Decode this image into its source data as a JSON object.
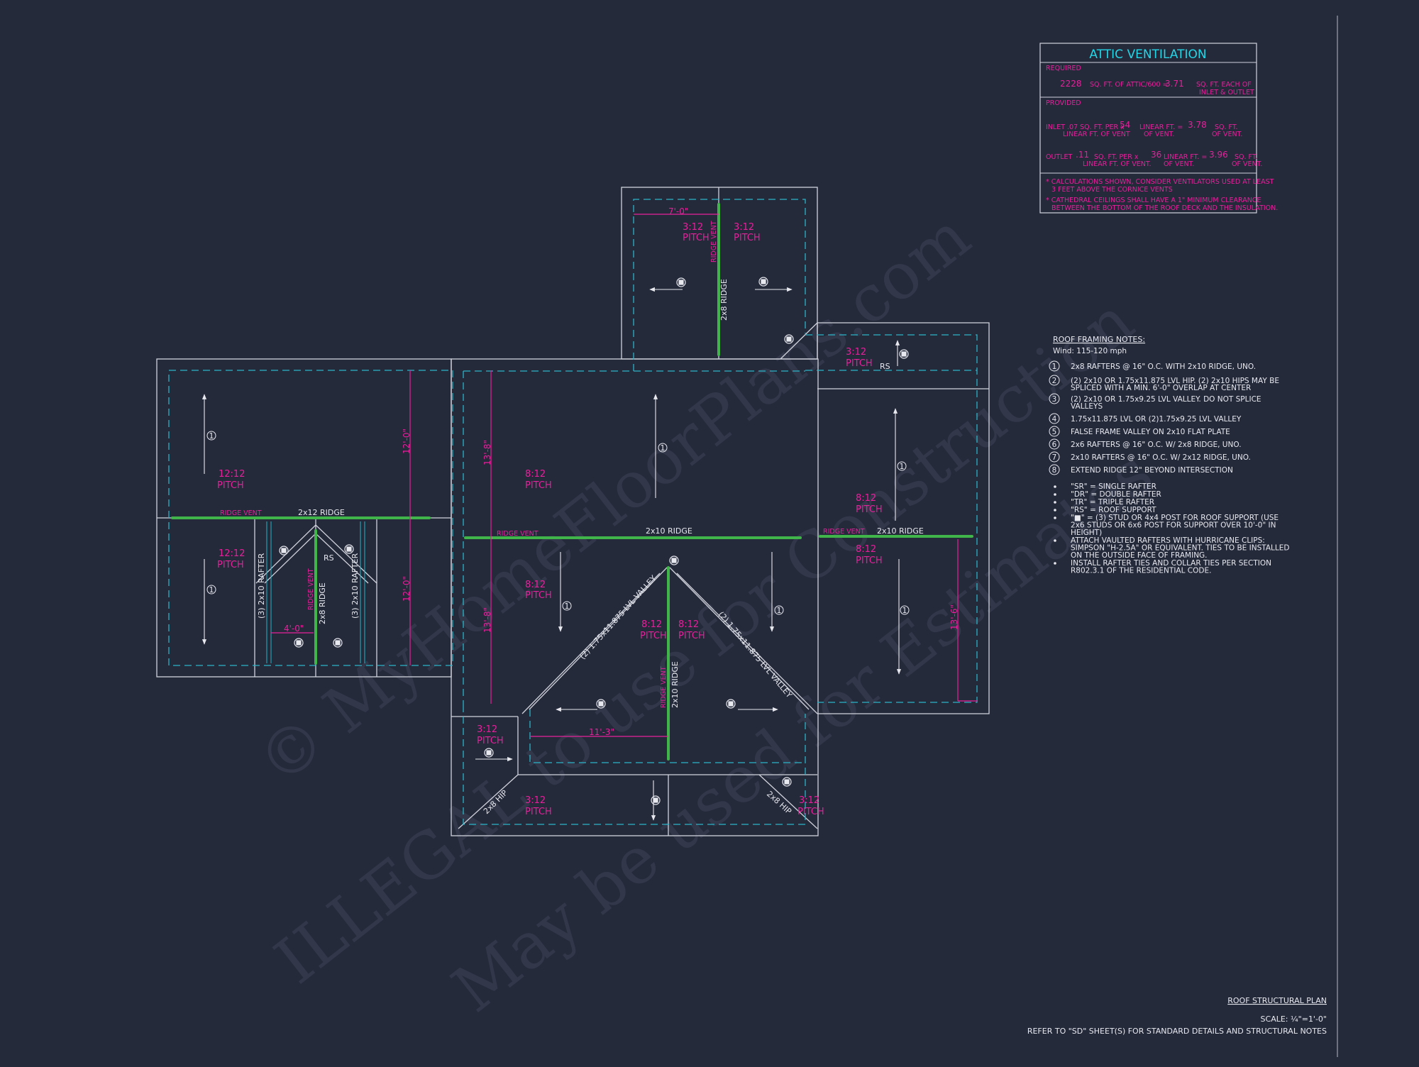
{
  "watermark": {
    "line1": "© MyHomeFloorPlans.com",
    "line2": "ILLEGAL to use for Construction",
    "line3": "May be used for Estimates"
  },
  "ventilation": {
    "title": "ATTIC VENTILATION",
    "required_label": "REQUIRED",
    "attic_area": "2228",
    "area_text": "SQ. FT. OF ATTIC/600 =",
    "req_value": "3.71",
    "req_unit1": "SQ. FT. EACH OF",
    "req_unit2": "INLET & OUTLET",
    "provided_label": "PROVIDED",
    "inlet_text1": "INLET .07 SQ. FT. PER x",
    "inlet_text2": "LINEAR FT. OF VENT",
    "inlet_lf": "54",
    "inlet_lf_text1": "LINEAR FT. =",
    "inlet_lf_text2": "OF VENT.",
    "inlet_value": "3.78",
    "inlet_unit1": "SQ. FT.",
    "inlet_unit2": "OF VENT.",
    "outlet_text1": "OUTLET",
    "outlet_rate": ".11",
    "outlet_text2": "SQ. FT. PER x",
    "outlet_text3": "LINEAR FT. OF VENT.",
    "outlet_lf": "36",
    "outlet_lf_text1": "LINEAR FT. =",
    "outlet_lf_text2": "OF VENT.",
    "outlet_value": "3.96",
    "outlet_unit1": "SQ. FT.",
    "outlet_unit2": "OF VENT.",
    "note1a": "* CALCULATIONS SHOWN, CONSIDER VENTILATORS USED AT LEAST",
    "note1b": "3 FEET ABOVE THE CORNICE VENTS",
    "note2a": "* CATHEDRAL CEILINGS SHALL HAVE A 1\" MINIMUM CLEARANCE",
    "note2b": "BETWEEN THE BOTTOM OF THE ROOF DECK AND THE INSULATION."
  },
  "notes": {
    "title": "ROOF FRAMING NOTES:",
    "wind": "Wind: 115-120 mph",
    "items": [
      {
        "num": "1",
        "l1": "2x8 RAFTERS @ 16\" O.C. WITH 2x10 RIDGE, UNO.",
        "l2": ""
      },
      {
        "num": "2",
        "l1": "(2) 2x10 OR 1.75x11.875 LVL HIP. (2) 2x10 HIPS MAY BE",
        "l2": "SPLICED WITH A MIN. 6'-0\" OVERLAP AT CENTER"
      },
      {
        "num": "3",
        "l1": "(2) 2x10 OR 1.75x9.25 LVL VALLEY. DO NOT SPLICE",
        "l2": "VALLEYS"
      },
      {
        "num": "4",
        "l1": "1.75x11.875 LVL OR (2)1.75x9.25 LVL VALLEY",
        "l2": ""
      },
      {
        "num": "5",
        "l1": "FALSE FRAME VALLEY ON 2x10 FLAT PLATE",
        "l2": ""
      },
      {
        "num": "6",
        "l1": "2x6 RAFTERS @ 16\" O.C. W/ 2x8 RIDGE, UNO.",
        "l2": ""
      },
      {
        "num": "7",
        "l1": "2x10 RAFTERS @ 16\" O.C. W/ 2x12 RIDGE, UNO.",
        "l2": ""
      },
      {
        "num": "8",
        "l1": "EXTEND RIDGE 12\" BEYOND INTERSECTION",
        "l2": ""
      }
    ],
    "bullets": [
      {
        "lines": [
          "\"SR\" = SINGLE RAFTER"
        ]
      },
      {
        "lines": [
          "\"DR\" = DOUBLE RAFTER"
        ]
      },
      {
        "lines": [
          "\"TR\" = TRIPLE RAFTER"
        ]
      },
      {
        "lines": [
          "\"RS\" = ROOF SUPPORT"
        ]
      },
      {
        "lines": [
          "\"■\" = (3) STUD OR 4x4 POST FOR ROOF SUPPORT (USE",
          "2x6 STUDS OR 6x6 POST FOR SUPPORT OVER 10'-0\" IN",
          "HEIGHT)"
        ]
      },
      {
        "lines": [
          "ATTACH VAULTED RAFTERS WITH HURRICANE CLIPS:",
          "SIMPSON \"H-2.5A\" OR EQUIVALENT. TIES TO BE INSTALLED",
          "ON THE OUTSIDE FACE OF FRAMING."
        ]
      },
      {
        "lines": [
          "INSTALL RAFTER TIES AND COLLAR TIES PER SECTION",
          "R802.3.1 OF THE  RESIDENTIAL CODE."
        ]
      }
    ]
  },
  "title_block": {
    "title": "ROOF STRUCTURAL PLAN",
    "scale": "SCALE: ¼\"=1'-0\"",
    "refer": "REFER TO \"SD\" SHEET(S) FOR STANDARD DETAILS AND STRUCTURAL NOTES"
  },
  "plan": {
    "pitch_word": "PITCH",
    "left_upper_pitch": "12:12",
    "left_lower_pitch": "12:12",
    "left_ridge_vent": "RIDGE VENT",
    "left_ridge": "2x12 RIDGE",
    "left_dim_vertical_upper": "12'-0\"",
    "left_dim_vertical_lower": "12'-0\"",
    "gable_dim": "4'-0\"",
    "gable_rafter_left": "(3) 2x10 RAFTER",
    "gable_rafter_right": "(3) 2x10 RAFTER",
    "gable_ridge_vent": "RIDGE VENT",
    "gable_ridge": "2x8 RIDGE",
    "rs": "RS",
    "top_dim": "7'-0\"",
    "top_pitch_left": "3:12",
    "top_pitch_right": "3:12",
    "top_ridge_vent": "RIDGE VENT",
    "top_ridge": "2x8 RIDGE",
    "center_dim_upper": "13'-8\"",
    "center_dim_lower": "13'-8\"",
    "center_upper_pitch": "8:12",
    "center_ridge_vent": "RIDGE VENT",
    "center_ridge": "2x10 RIDGE",
    "center_lower_pitch": "8:12",
    "valley_left": "(2) 1.75x11.875 LVL VALLEY",
    "valley_right": "(2) 1.75x11.875 LVL VALLEY",
    "gable2_pitch_left": "8:12",
    "gable2_pitch_right": "8:12",
    "gable2_ridge_vent": "RIDGE VENT",
    "gable2_ridge": "2x10 RIDGE",
    "gable2_dim": "11'-3\"",
    "bottom_left_pitch": "3:12",
    "bottom_pitch": "3:12",
    "bottom_right_pitch": "3:12",
    "hip_left": "2x8 HIP",
    "hip_right": "2x8 HIP",
    "right_top_pitch": "3:12",
    "right_upper_pitch": "8:12",
    "right_lower_pitch": "8:12",
    "right_ridge_vent": "RIDGE VENT",
    "right_ridge": "2x10 RIDGE",
    "right_dim": "13'-6\"",
    "marker": "1"
  },
  "colors": {
    "background": "#252a3b",
    "outline": "#d0d3dc",
    "eave_dash": "#2ab3c7",
    "ridge_vent": "#3fb54a",
    "magenta": "#e6209b",
    "cyan_title": "#23d6e6"
  }
}
